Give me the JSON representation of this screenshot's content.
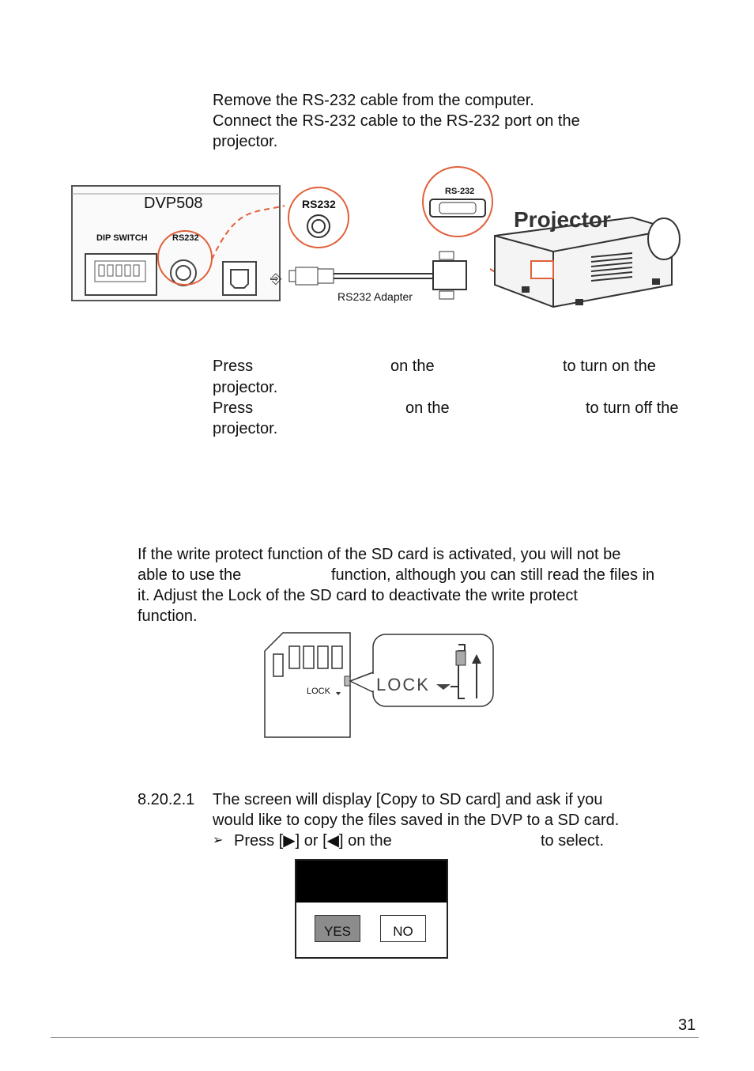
{
  "steps_top": {
    "line1": "Remove the RS-232 cable from the computer.",
    "line2": "Connect the RS-232 cable to the RS-232 port on the",
    "line3": "projector."
  },
  "diagram": {
    "device_label": "DVP508",
    "dip_switch_label": "DIP SWITCH",
    "rs232_small_label": "RS232",
    "rs232_zoom_label": "RS232",
    "projector_port_label": "RS-232",
    "projector_label": "Projector",
    "adapter_label": "RS232 Adapter"
  },
  "press_on": {
    "w1": "Press",
    "w2": "on the",
    "w3": "to turn on the",
    "line2": "projector."
  },
  "press_off": {
    "w1": "Press",
    "w2": "on the",
    "w3": "to turn off the",
    "line2": "projector."
  },
  "sd_para": {
    "line1": "If the write protect function of the SD card is activated, you will not be",
    "line2a": "able to use the",
    "line2b": "function, although you can still read the files in",
    "line3": "it. Adjust the Lock of the SD card to deactivate the write protect",
    "line4": "function."
  },
  "sd_card": {
    "lock_small": "LOCK",
    "lock_big": "LOCK"
  },
  "copy_step": {
    "number": "8.20.2.1",
    "line1": "The screen will display [Copy to SD card] and ask if you",
    "line2": "would like to copy the files saved in the DVP   to a SD card.",
    "bullet": "➢",
    "press_a": "Press [▶] or [◀] on the",
    "press_b": "to select."
  },
  "dialog": {
    "yes_label": "YES",
    "no_label": "NO"
  },
  "footer": {
    "page_number": "31"
  }
}
